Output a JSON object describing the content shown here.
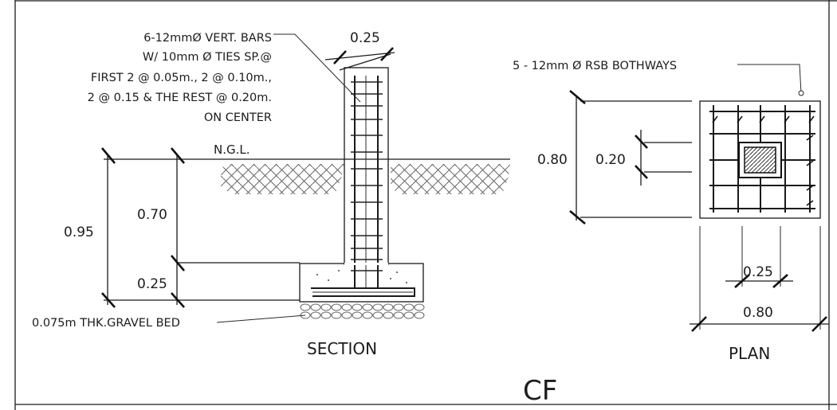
{
  "section": {
    "note": [
      "6-12mmØ VERT. BARS",
      "W/ 10mm Ø TIES SP.@",
      "FIRST  2 @ 0.05m., 2 @ 0.10m.,",
      "2 @ 0.15 & THE REST @ 0.20m.",
      "ON CENTER"
    ],
    "column_width": "0.25",
    "ngl": "N.G.L.",
    "dim_total": "0.95",
    "dim_depth": "0.70",
    "dim_footing": "0.25",
    "gravel_note": "0.075m THK.GRAVEL BED",
    "title": "SECTION"
  },
  "plan": {
    "rebar_note": "5 - 12mm Ø RSB BOTHWAYS",
    "dim_height": "0.80",
    "dim_column_v": "0.20",
    "dim_column_h": "0.25",
    "dim_width": "0.80",
    "title": "PLAN"
  },
  "sheet_label": "CF"
}
